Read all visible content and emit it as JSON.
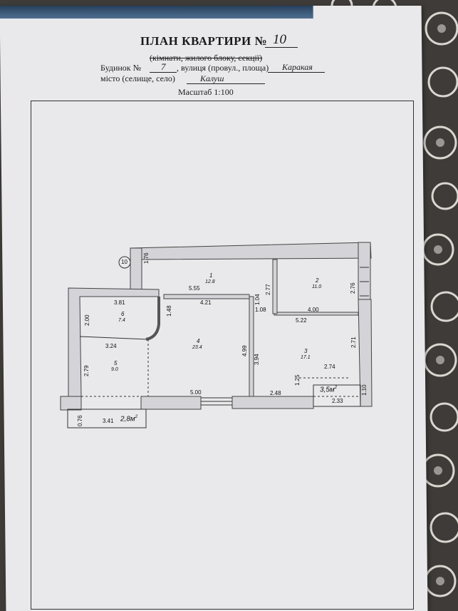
{
  "header": {
    "title": "ПЛАН КВАРТИРИ  №",
    "apartment_no": "10",
    "subtitle": "(кімнати, жилого блоку, секції)",
    "building_label": "Будинок  №",
    "building_no": "7",
    "street_label": ", вулиця (провул., площа)",
    "street_name": "Каракая",
    "city_label": "місто (селище, село)",
    "city_name": "Калуш",
    "scale": "Масштаб 1:100"
  },
  "plan": {
    "marker": "10",
    "rooms": [
      {
        "no": "1",
        "area": "12.8"
      },
      {
        "no": "2",
        "area": "11.0"
      },
      {
        "no": "3",
        "area": "17.1"
      },
      {
        "no": "4",
        "area": "23.4"
      },
      {
        "no": "5",
        "area": "9.0"
      },
      {
        "no": "6",
        "area": "7.4"
      }
    ],
    "balconies": [
      {
        "label": "2,8м",
        "sup": "2"
      },
      {
        "label": "3,5м",
        "sup": "2"
      }
    ],
    "dimensions": [
      "1.76",
      "5.55",
      "2.77",
      "2.76",
      "3.81",
      "1.48",
      "4.21",
      "1.04",
      "1.08",
      "4.00",
      "2.00",
      "5.22",
      "3.24",
      "4.99",
      "3.94",
      "2.71",
      "2.79",
      "2.74",
      "1.25",
      "5.00",
      "2.48",
      "2.33",
      "1.10",
      "0.76",
      "3.41"
    ]
  },
  "colors": {
    "paper": "#e9e9ec",
    "ink": "#1a1a1a",
    "wall": "#555555",
    "background": "#3e3b38"
  }
}
